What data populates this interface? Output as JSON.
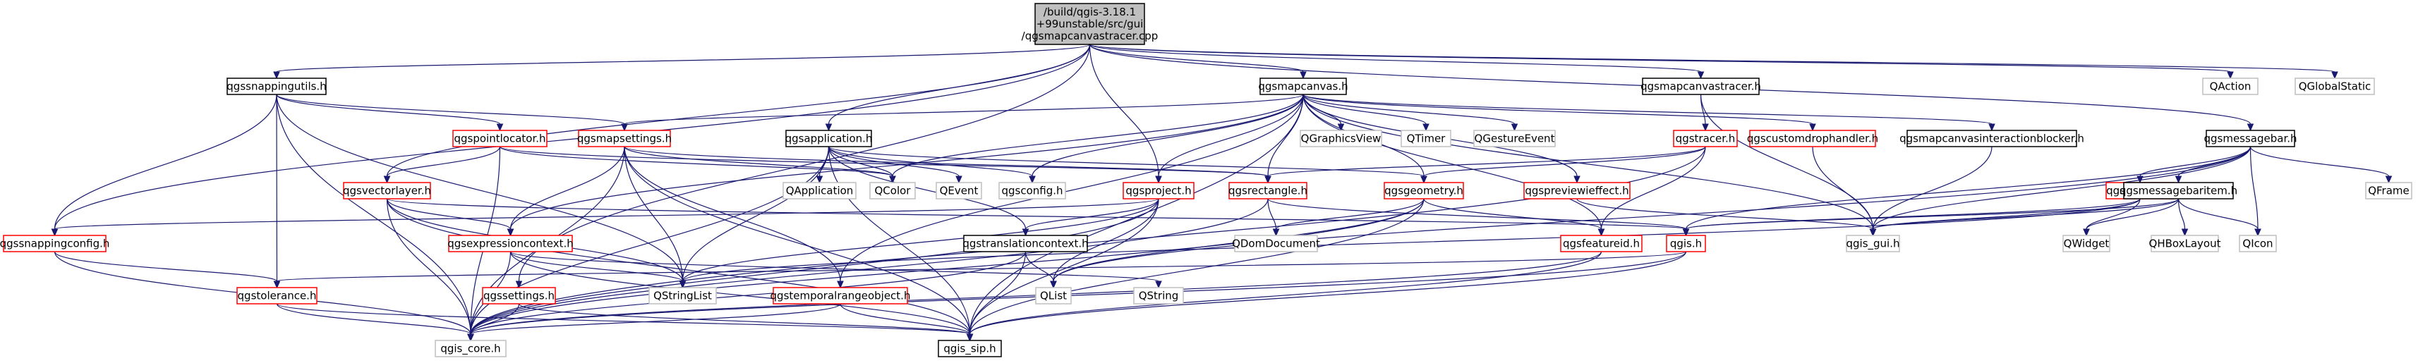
{
  "graph": {
    "nodes": [
      {
        "id": "root",
        "label": [
          "/build/qgis-3.18.1",
          "+99unstable/src/gui",
          "/qgsmapcanvastracer.cpp"
        ],
        "style": "root"
      },
      {
        "id": "qgssnappingutils",
        "label": [
          "qgssnappingutils.h"
        ],
        "style": "dark"
      },
      {
        "id": "qgsmapcanvas",
        "label": [
          "qgsmapcanvas.h"
        ],
        "style": "dark"
      },
      {
        "id": "qgsmapcanvastracer",
        "label": [
          "qgsmapcanvastracer.h"
        ],
        "style": "dark"
      },
      {
        "id": "QAction",
        "label": [
          "QAction"
        ],
        "style": "plain"
      },
      {
        "id": "QGlobalStatic",
        "label": [
          "QGlobalStatic"
        ],
        "style": "plain"
      },
      {
        "id": "qgspointlocator",
        "label": [
          "qgspointlocator.h"
        ],
        "style": "red"
      },
      {
        "id": "qgsmapsettings",
        "label": [
          "qgsmapsettings.h"
        ],
        "style": "red"
      },
      {
        "id": "qgsapplication",
        "label": [
          "qgsapplication.h"
        ],
        "style": "dark"
      },
      {
        "id": "QGraphicsView",
        "label": [
          "QGraphicsView"
        ],
        "style": "plain"
      },
      {
        "id": "QTimer",
        "label": [
          "QTimer"
        ],
        "style": "plain"
      },
      {
        "id": "QGestureEvent",
        "label": [
          "QGestureEvent"
        ],
        "style": "plain"
      },
      {
        "id": "qgstracer",
        "label": [
          "qgstracer.h"
        ],
        "style": "red"
      },
      {
        "id": "qgscustomdrophandler",
        "label": [
          "qgscustomdrophandler.h"
        ],
        "style": "red"
      },
      {
        "id": "qgsmapcanvasinteractionblocker",
        "label": [
          "qgsmapcanvasinteractionblocker.h"
        ],
        "style": "dark"
      },
      {
        "id": "qgsmessagebar",
        "label": [
          "qgsmessagebar.h"
        ],
        "style": "dark"
      },
      {
        "id": "QApplication",
        "label": [
          "QApplication"
        ],
        "style": "plain"
      },
      {
        "id": "QColor",
        "label": [
          "QColor"
        ],
        "style": "plain"
      },
      {
        "id": "QEvent",
        "label": [
          "QEvent"
        ],
        "style": "plain"
      },
      {
        "id": "qgsconfig",
        "label": [
          "qgsconfig.h"
        ],
        "style": "plain"
      },
      {
        "id": "qgsvectorlayer",
        "label": [
          "qgsvectorlayer.h"
        ],
        "style": "red"
      },
      {
        "id": "qgsproject",
        "label": [
          "qgsproject.h"
        ],
        "style": "red"
      },
      {
        "id": "qgsrectangle",
        "label": [
          "qgsrectangle.h"
        ],
        "style": "red"
      },
      {
        "id": "qgsgeometry",
        "label": [
          "qgsgeometry.h"
        ],
        "style": "red"
      },
      {
        "id": "qgspreviewieffect",
        "label": [
          "qgspreviewieffect.h"
        ],
        "style": "red"
      },
      {
        "id": "qgsguiutils",
        "label": [
          "qgsguiutils.h"
        ],
        "style": "red"
      },
      {
        "id": "qgsmessagebaritem",
        "label": [
          "qgsmessagebaritem.h"
        ],
        "style": "dark"
      },
      {
        "id": "QFrame",
        "label": [
          "QFrame"
        ],
        "style": "plain"
      },
      {
        "id": "qgssnappingconfig",
        "label": [
          "qgssnappingconfig.h"
        ],
        "style": "red"
      },
      {
        "id": "qgsexpressioncontext",
        "label": [
          "qgsexpressioncontext.h"
        ],
        "style": "red"
      },
      {
        "id": "qgstranslationcontext",
        "label": [
          "qgstranslationcontext.h"
        ],
        "style": "dark"
      },
      {
        "id": "QDomDocument",
        "label": [
          "QDomDocument"
        ],
        "style": "plain"
      },
      {
        "id": "qgsfeatureid",
        "label": [
          "qgsfeatureid.h"
        ],
        "style": "red"
      },
      {
        "id": "qgis",
        "label": [
          "qgis.h"
        ],
        "style": "red"
      },
      {
        "id": "qgis_gui",
        "label": [
          "qgis_gui.h"
        ],
        "style": "plain"
      },
      {
        "id": "QWidget",
        "label": [
          "QWidget"
        ],
        "style": "plain"
      },
      {
        "id": "QHBoxLayout",
        "label": [
          "QHBoxLayout"
        ],
        "style": "plain"
      },
      {
        "id": "QIcon",
        "label": [
          "QIcon"
        ],
        "style": "plain"
      },
      {
        "id": "qgstolerance",
        "label": [
          "qgstolerance.h"
        ],
        "style": "red"
      },
      {
        "id": "QStringList",
        "label": [
          "QStringList"
        ],
        "style": "plain"
      },
      {
        "id": "qgstemporalrangeobject",
        "label": [
          "qgstemporalrangeobject.h"
        ],
        "style": "red"
      },
      {
        "id": "QList",
        "label": [
          "QList"
        ],
        "style": "plain"
      },
      {
        "id": "QString",
        "label": [
          "QString"
        ],
        "style": "plain"
      },
      {
        "id": "qgssettings",
        "label": [
          "qgssettings.h"
        ],
        "style": "red"
      },
      {
        "id": "qgis_core",
        "label": [
          "qgis_core.h"
        ],
        "style": "plain"
      },
      {
        "id": "qgis_sip",
        "label": [
          "qgis_sip.h"
        ],
        "style": "dark"
      }
    ],
    "edges": [
      [
        "root",
        "qgssnappingutils"
      ],
      [
        "root",
        "qgsmapcanvas"
      ],
      [
        "root",
        "qgsmapcanvastracer"
      ],
      [
        "root",
        "QAction"
      ],
      [
        "root",
        "QGlobalStatic"
      ],
      [
        "root",
        "qgsvectorlayer"
      ],
      [
        "root",
        "qgsproject"
      ],
      [
        "root",
        "qgsapplication"
      ],
      [
        "root",
        "qgssnappingconfig"
      ],
      [
        "root",
        "qgssettings"
      ],
      [
        "root",
        "qgsmessagebar"
      ],
      [
        "qgssnappingutils",
        "qgspointlocator"
      ],
      [
        "qgssnappingutils",
        "qgsmapsettings"
      ],
      [
        "qgssnappingutils",
        "qgssnappingconfig"
      ],
      [
        "qgssnappingutils",
        "qgstolerance"
      ],
      [
        "qgssnappingutils",
        "qgis_core"
      ],
      [
        "qgssnappingutils",
        "QStringList"
      ],
      [
        "qgsmapcanvas",
        "qgsmapsettings"
      ],
      [
        "qgsmapcanvas",
        "QGraphicsView"
      ],
      [
        "qgsmapcanvas",
        "QTimer"
      ],
      [
        "qgsmapcanvas",
        "QGestureEvent"
      ],
      [
        "qgsmapcanvas",
        "qgscustomdrophandler"
      ],
      [
        "qgsmapcanvas",
        "qgsmapcanvasinteractionblocker"
      ],
      [
        "qgsmapcanvas",
        "qgsconfig"
      ],
      [
        "qgsmapcanvas",
        "qgsproject"
      ],
      [
        "qgsmapcanvas",
        "qgsrectangle"
      ],
      [
        "qgsmapcanvas",
        "qgsgeometry"
      ],
      [
        "qgsmapcanvas",
        "qgspreviewieffect"
      ],
      [
        "qgsmapcanvas",
        "qgsfeatureid"
      ],
      [
        "qgsmapcanvas",
        "qgis_gui"
      ],
      [
        "qgsmapcanvas",
        "qgsexpressioncontext"
      ],
      [
        "qgsmapcanvas",
        "qgis_sip"
      ],
      [
        "qgsmapcanvas",
        "QColor"
      ],
      [
        "qgsmapcanvas",
        "qgstemporalrangeobject"
      ],
      [
        "qgsmapcanvastracer",
        "qgstracer"
      ],
      [
        "qgsmapcanvastracer",
        "qgis_gui"
      ],
      [
        "qgspointlocator",
        "qgsvectorlayer"
      ],
      [
        "qgspointlocator",
        "qgis_core"
      ],
      [
        "qgspointlocator",
        "qgsrectangle"
      ],
      [
        "qgspointlocator",
        "QColor"
      ],
      [
        "qgsmapsettings",
        "qgsexpressioncontext"
      ],
      [
        "qgsmapsettings",
        "qgis_core"
      ],
      [
        "qgsmapsettings",
        "qgis_sip"
      ],
      [
        "qgsmapsettings",
        "QStringList"
      ],
      [
        "qgsmapsettings",
        "qgsrectangle"
      ],
      [
        "qgsmapsettings",
        "qgstemporalrangeobject"
      ],
      [
        "qgsmapsettings",
        "QColor"
      ],
      [
        "qgsapplication",
        "QApplication"
      ],
      [
        "qgsapplication",
        "QColor"
      ],
      [
        "qgsapplication",
        "QEvent"
      ],
      [
        "qgsapplication",
        "qgsconfig"
      ],
      [
        "qgsapplication",
        "QStringList"
      ],
      [
        "qgsapplication",
        "qgstranslationcontext"
      ],
      [
        "qgsapplication",
        "qgis_core"
      ],
      [
        "qgsapplication",
        "qgis_sip"
      ],
      [
        "qgsapplication",
        "qgsgeometry"
      ],
      [
        "qgstracer",
        "qgsrectangle"
      ],
      [
        "qgstracer",
        "qgsgeometry"
      ],
      [
        "qgstracer",
        "qgsfeatureid"
      ],
      [
        "qgstracer",
        "qgis_core"
      ],
      [
        "qgscustomdrophandler",
        "qgis_gui"
      ],
      [
        "qgsmapcanvasinteractionblocker",
        "qgis_gui"
      ],
      [
        "qgsmessagebar",
        "qgsguiutils"
      ],
      [
        "qgsmessagebar",
        "qgsmessagebaritem"
      ],
      [
        "qgsmessagebar",
        "QFrame"
      ],
      [
        "qgsmessagebar",
        "QIcon"
      ],
      [
        "qgsmessagebar",
        "qgis_gui"
      ],
      [
        "qgsmessagebar",
        "qgis"
      ],
      [
        "qgsmessagebar",
        "QList"
      ],
      [
        "qgsvectorlayer",
        "qgsexpressioncontext"
      ],
      [
        "qgsvectorlayer",
        "qgis_core"
      ],
      [
        "qgsvectorlayer",
        "qgis_sip"
      ],
      [
        "qgsvectorlayer",
        "qgis"
      ],
      [
        "qgsvectorlayer",
        "QStringList"
      ],
      [
        "qgsproject",
        "qgssnappingconfig"
      ],
      [
        "qgsproject",
        "qgstranslationcontext"
      ],
      [
        "qgsproject",
        "QStringList"
      ],
      [
        "qgsproject",
        "QList"
      ],
      [
        "qgsproject",
        "qgis_core"
      ],
      [
        "qgsproject",
        "qgis_sip"
      ],
      [
        "qgsrectangle",
        "QDomDocument"
      ],
      [
        "qgsrectangle",
        "qgis"
      ],
      [
        "qgsrectangle",
        "qgis_core"
      ],
      [
        "qgsgeometry",
        "QDomDocument"
      ],
      [
        "qgsgeometry",
        "qgsfeatureid"
      ],
      [
        "qgsgeometry",
        "qgis_sip"
      ],
      [
        "qgsgeometry",
        "qgis_core"
      ],
      [
        "qgsgeometry",
        "QList"
      ],
      [
        "qgspreviewieffect",
        "qgis_gui"
      ],
      [
        "qgsguiutils",
        "QWidget"
      ],
      [
        "qgsguiutils",
        "qgis_gui"
      ],
      [
        "qgsguiutils",
        "qgis"
      ],
      [
        "qgsguiutils",
        "QStringList"
      ],
      [
        "qgsmessagebaritem",
        "qgis_gui"
      ],
      [
        "qgsmessagebaritem",
        "QWidget"
      ],
      [
        "qgsmessagebaritem",
        "QHBoxLayout"
      ],
      [
        "qgsmessagebaritem",
        "QIcon"
      ],
      [
        "qgsmessagebaritem",
        "qgis"
      ],
      [
        "qgssnappingconfig",
        "qgstolerance"
      ],
      [
        "qgssnappingconfig",
        "qgis_core"
      ],
      [
        "qgsexpressioncontext",
        "QStringList"
      ],
      [
        "qgsexpressioncontext",
        "qgis_core"
      ],
      [
        "qgsexpressioncontext",
        "qgis_sip"
      ],
      [
        "qgsexpressioncontext",
        "QString"
      ],
      [
        "qgstranslationcontext",
        "QList"
      ],
      [
        "qgstranslationcontext",
        "qgis_core"
      ],
      [
        "qgstranslationcontext",
        "qgis_sip"
      ],
      [
        "qgsfeatureid",
        "qgis_core"
      ],
      [
        "qgsfeatureid",
        "qgis_sip"
      ],
      [
        "qgis",
        "qgis_core"
      ],
      [
        "qgis",
        "qgis_sip"
      ],
      [
        "qgis",
        "qgstolerance"
      ],
      [
        "qgstolerance",
        "qgis_core"
      ],
      [
        "qgstolerance",
        "qgis_sip"
      ],
      [
        "qgstemporalrangeobject",
        "qgis_core"
      ],
      [
        "qgstemporalrangeobject",
        "qgis_sip"
      ],
      [
        "qgssettings",
        "qgis_core"
      ],
      [
        "qgssettings",
        "qgis_sip"
      ]
    ]
  }
}
